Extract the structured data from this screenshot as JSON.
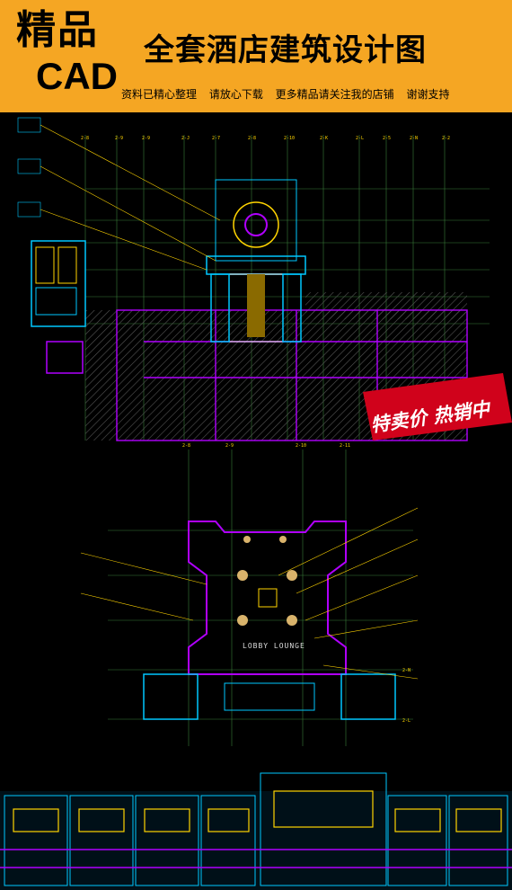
{
  "banner": {
    "logo_top": "精品",
    "logo_bottom": "CAD",
    "title": "全套酒店建筑设计图",
    "subtitle": "资料已精心整理 请放心下载 更多精品请关注我的店铺 谢谢支持",
    "bg_color": "#f5a623"
  },
  "drawing": {
    "room_label": "LOBBY LOUNGE",
    "grid_tags": [
      "2-8",
      "2-9",
      "2-10",
      "2-11",
      "2-N",
      "2-L"
    ],
    "colors": {
      "grid": "#3a7d3a",
      "wall": "#b000ff",
      "dim": "#00c8ff",
      "fur": "#ffd400"
    }
  },
  "promo": {
    "text": "特卖价 热销中",
    "color": "#d0021b"
  }
}
